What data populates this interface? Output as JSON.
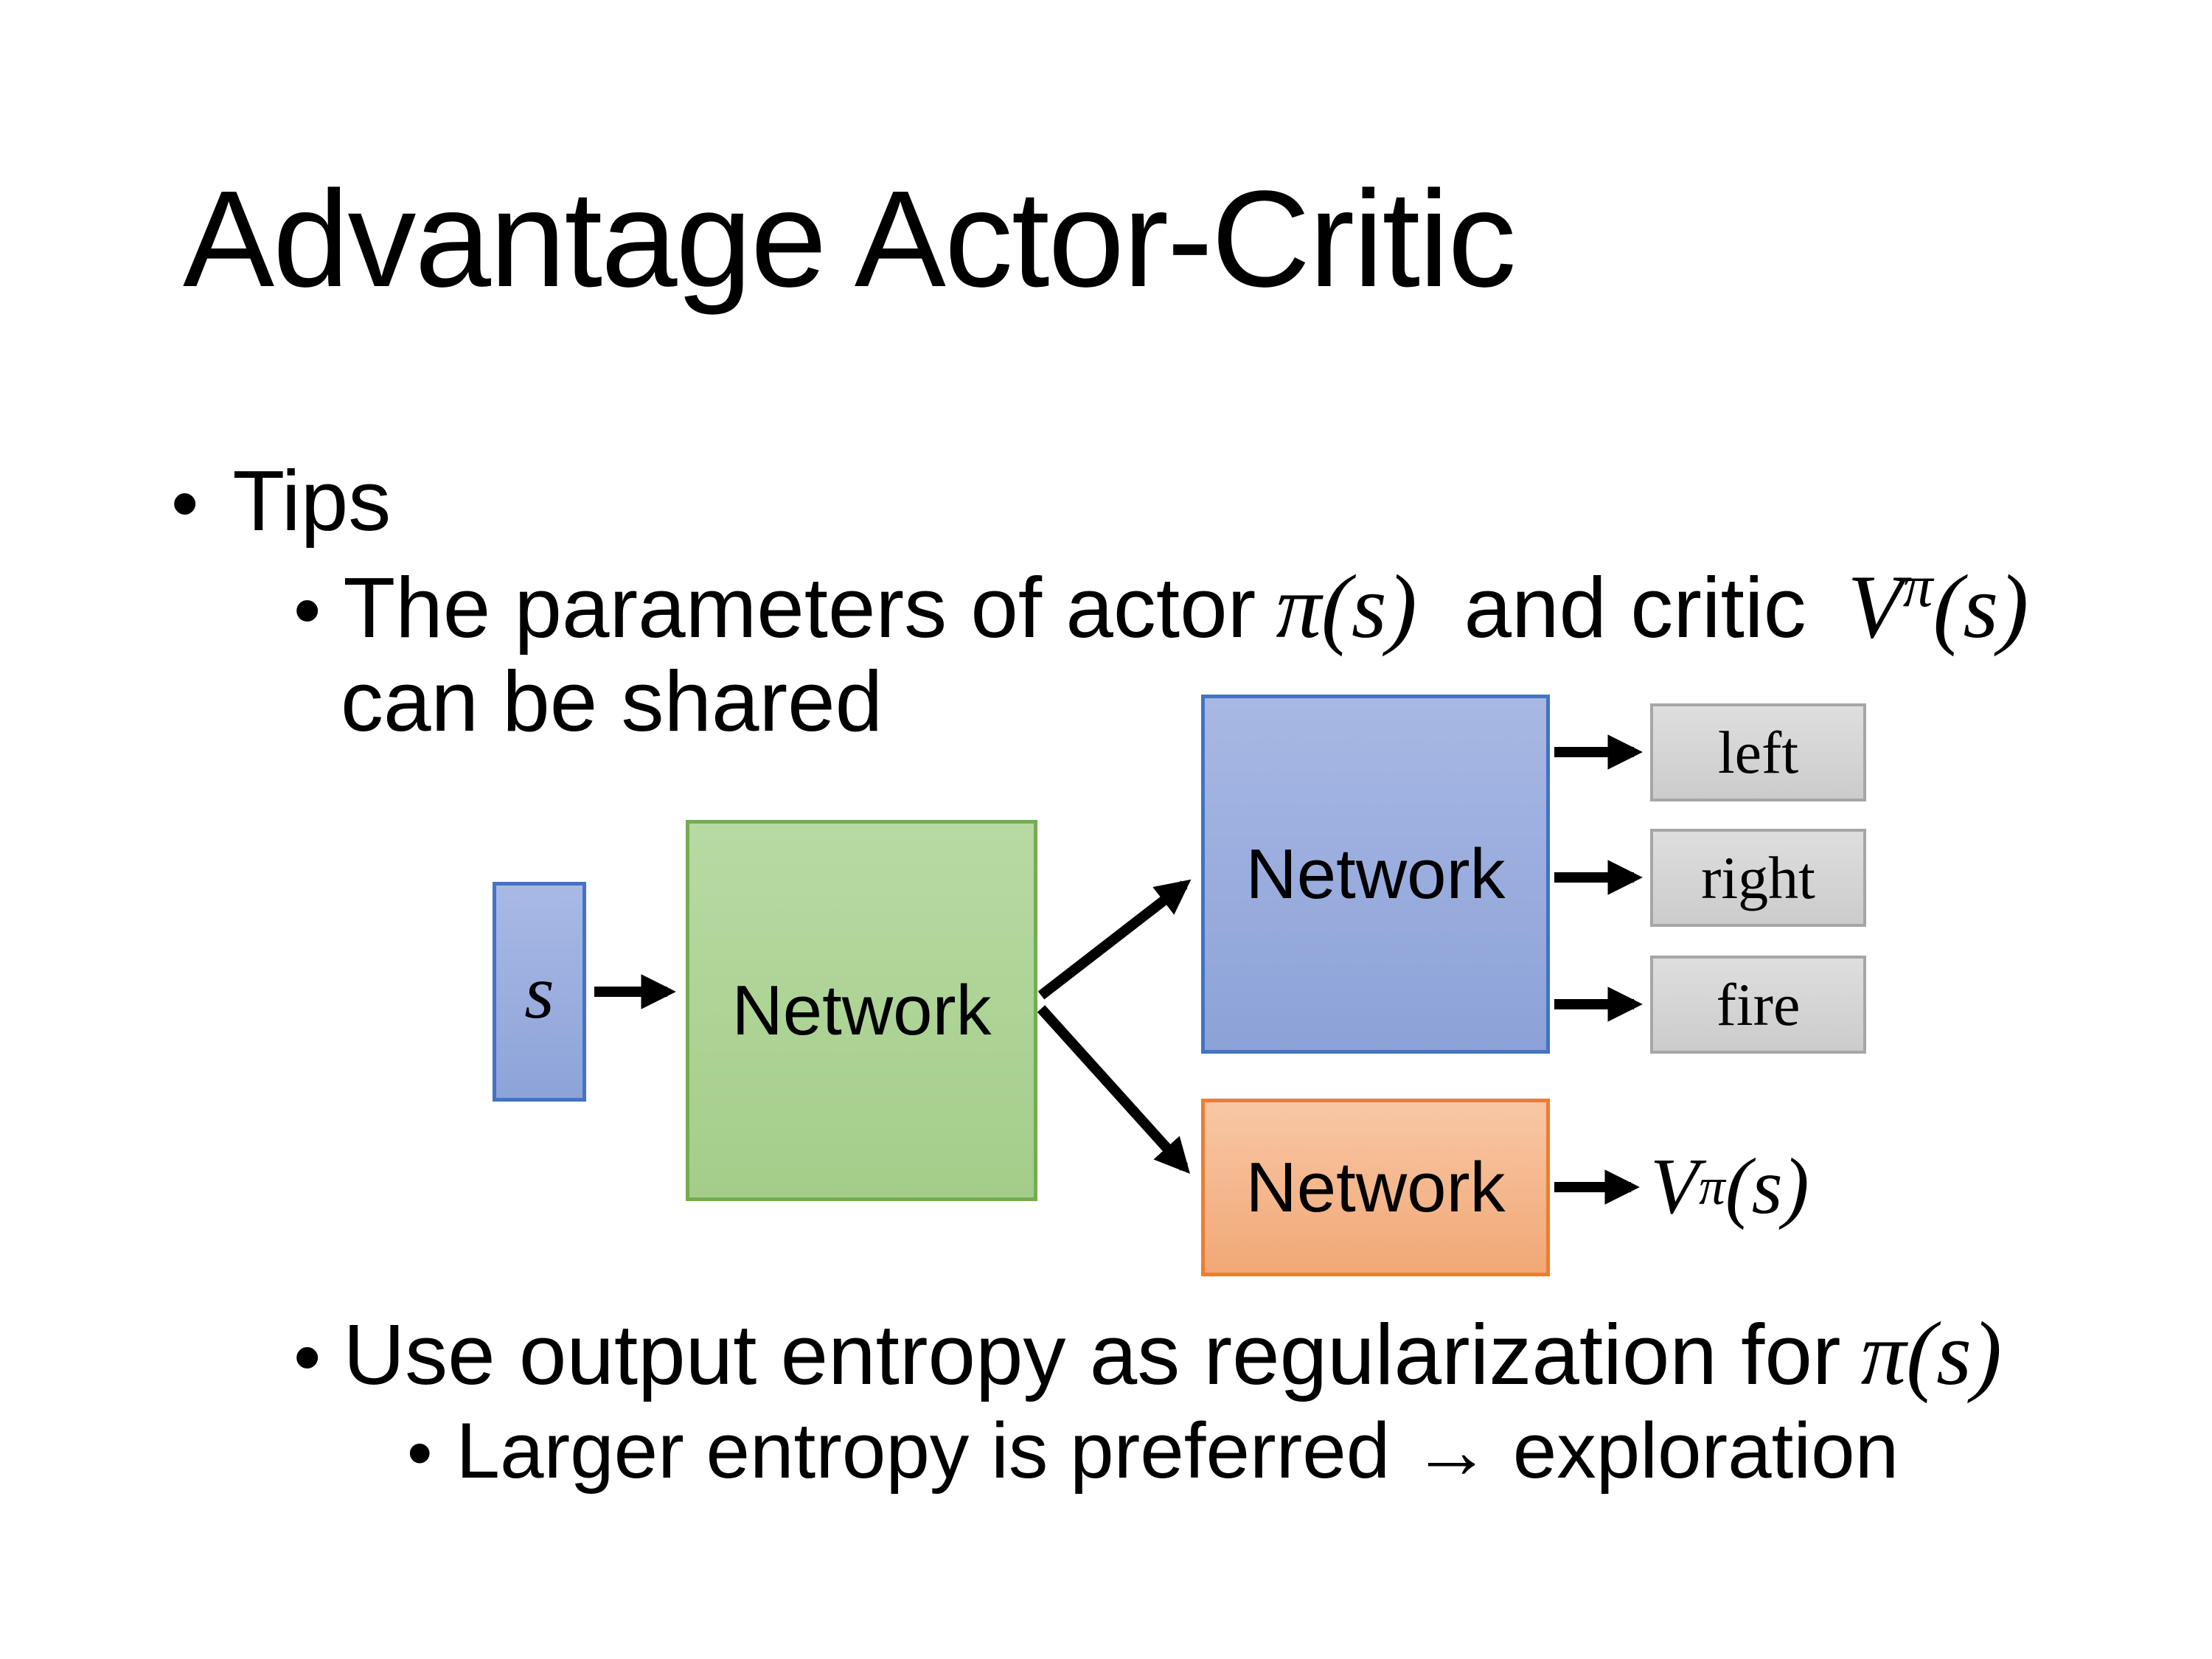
{
  "slide": {
    "title": "Advantage Actor-Critic",
    "bullet_glyph": "•",
    "bullets": {
      "tips": "Tips",
      "b1": {
        "t1": "The parameters of actor",
        "m1": "π(s)",
        "t2": "and critic",
        "v": "V",
        "v_sup": "π",
        "v_args": "(s)",
        "line2": "can be shared"
      },
      "b2": {
        "t1": "Use output entropy as regularization for",
        "m1": "π(s)"
      },
      "b3": "Larger entropy is preferred → exploration"
    },
    "diagram": {
      "state_label": "s",
      "shared_network": "Network",
      "actor_network": "Network",
      "critic_network": "Network",
      "action_left": "left",
      "action_right": "right",
      "action_fire": "fire",
      "value": {
        "v": "V",
        "sup": "π",
        "args": "(s)"
      },
      "colors": {
        "state_fill": "#97abde",
        "state_border": "#4472c4",
        "shared_fill": "#aed397",
        "shared_border": "#74ad51",
        "actor_fill": "#9aaede",
        "actor_border": "#4472c4",
        "critic_fill": "#f4b183",
        "critic_border": "#ed7d31",
        "action_fill": "#d5d5d5",
        "action_border": "#a6a6a6",
        "arrow": "#000000",
        "background": "#ffffff",
        "text": "#000000"
      }
    }
  }
}
